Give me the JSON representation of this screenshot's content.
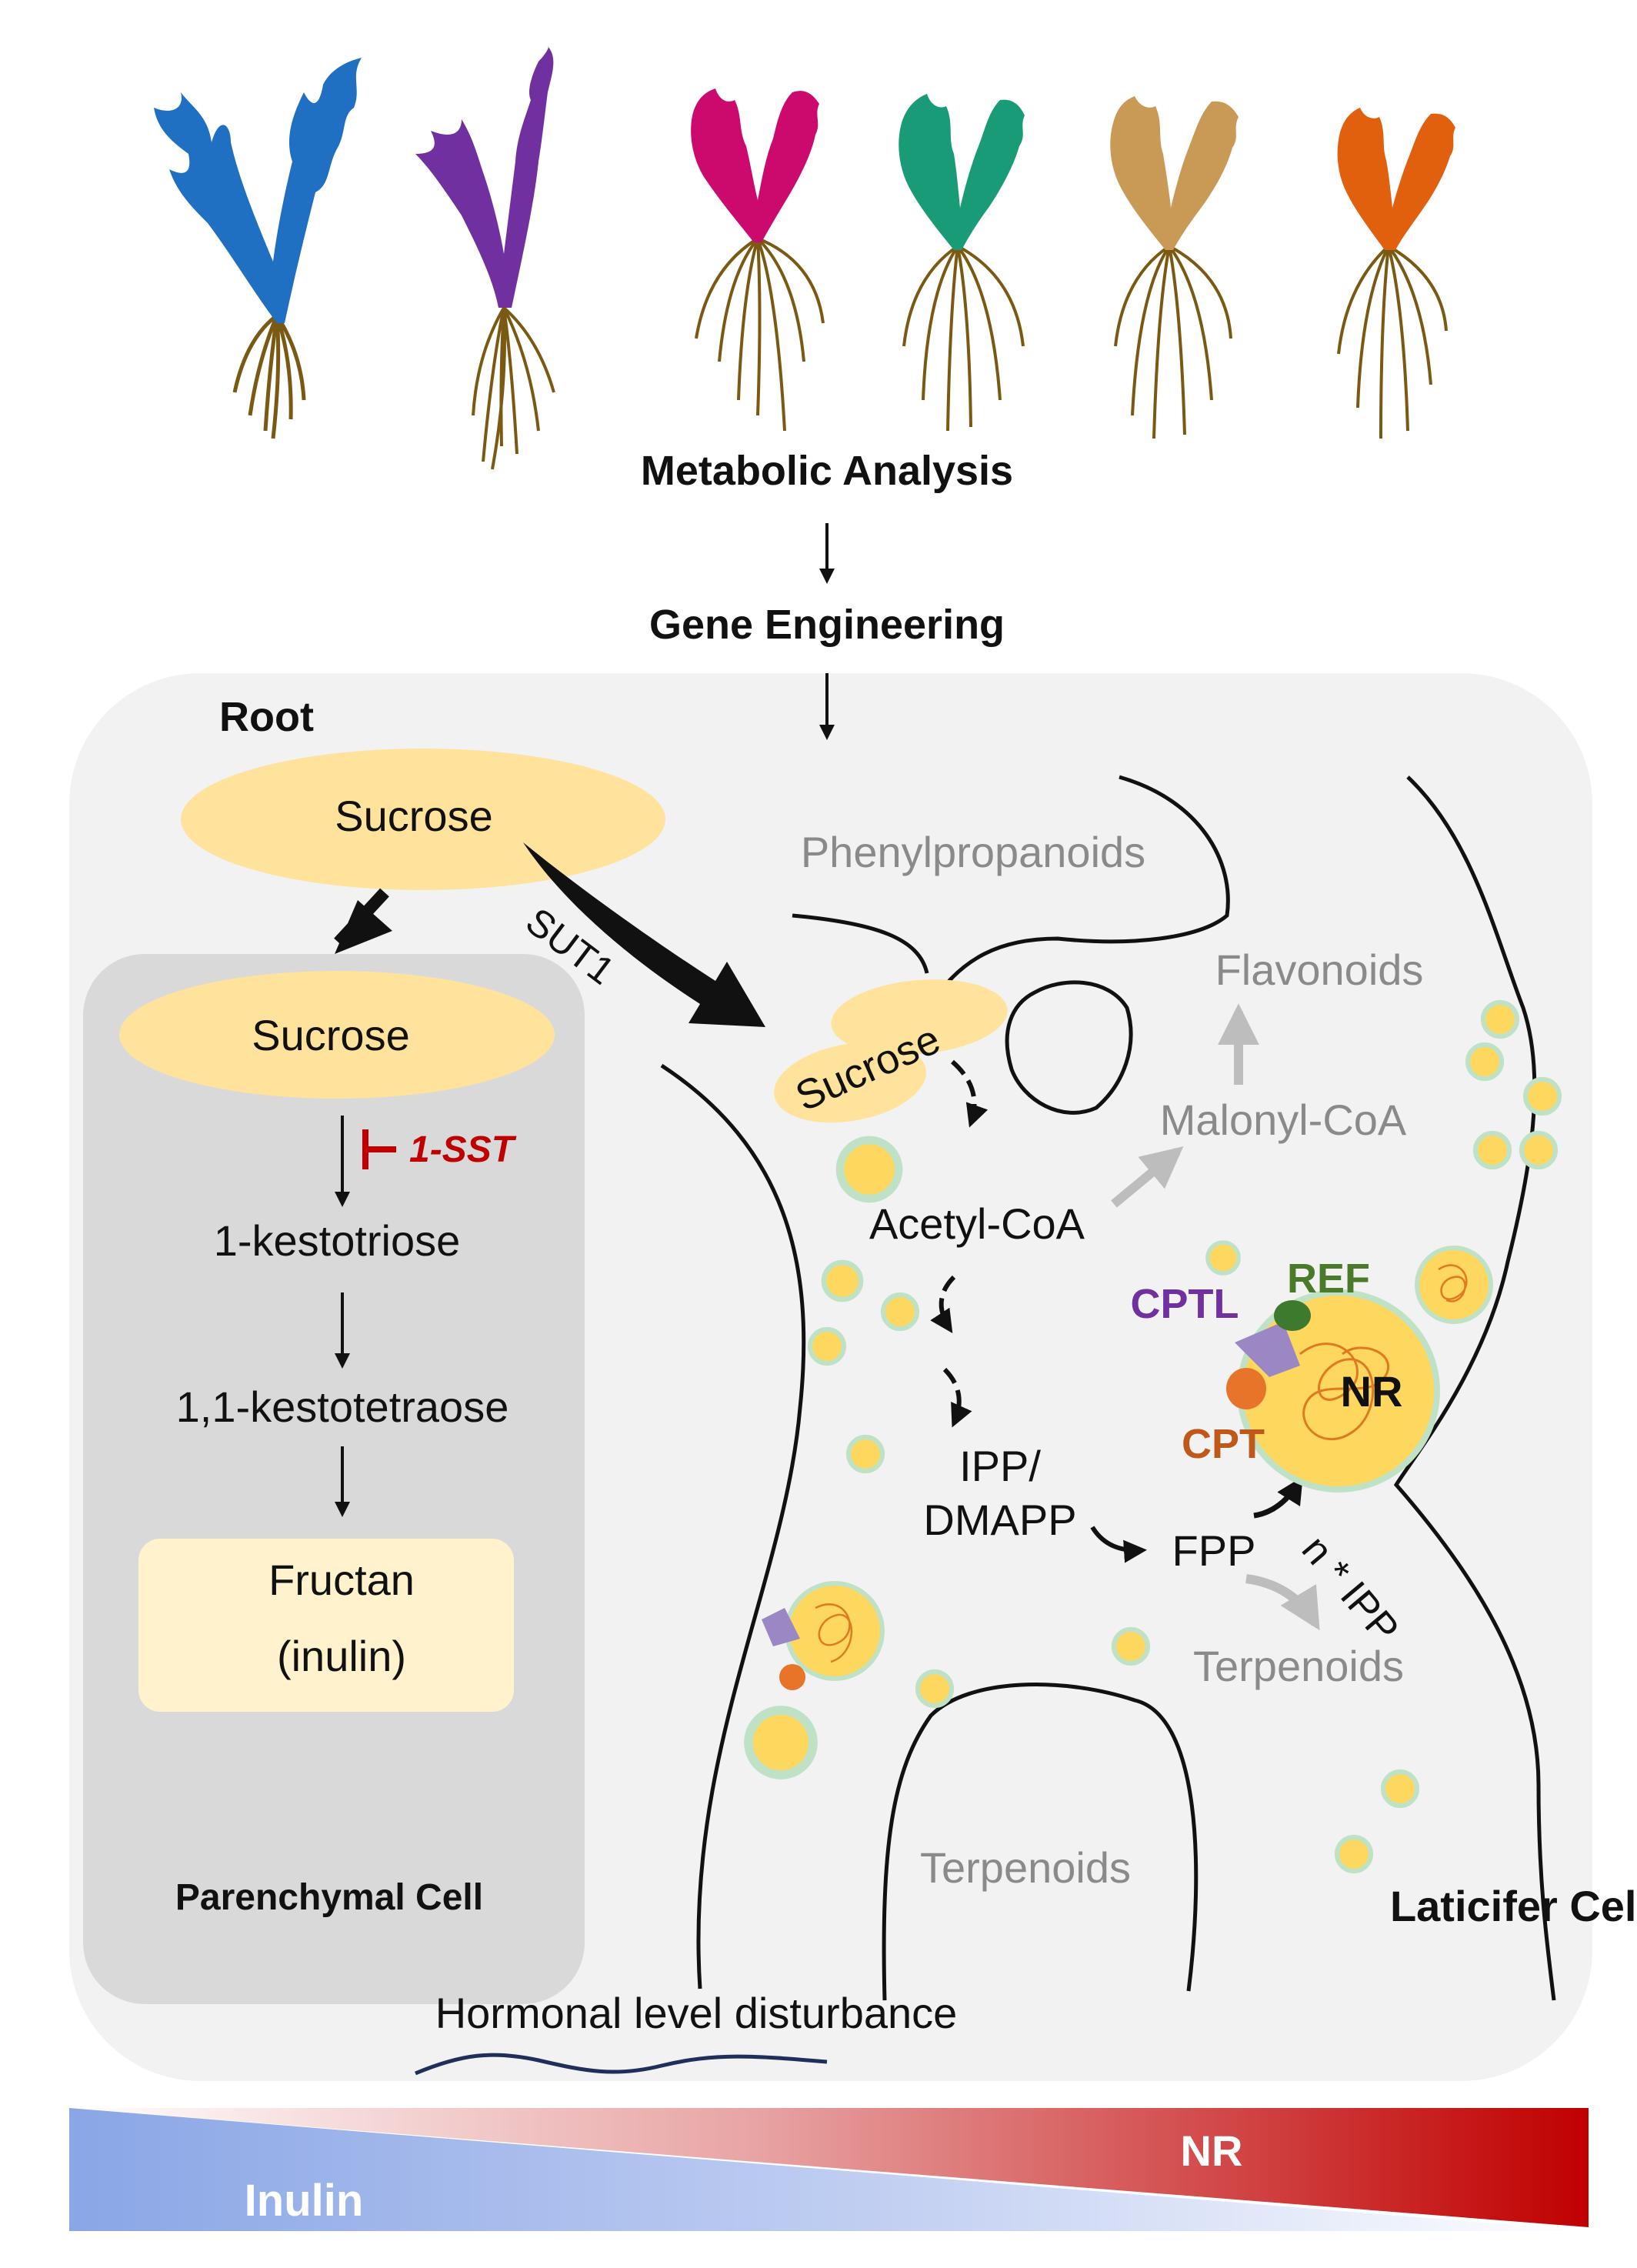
{
  "colors": {
    "plant_1": "#1f6fc2",
    "plant_2": "#7030a0",
    "plant_3": "#cc0a6e",
    "plant_4": "#1a9b78",
    "plant_5": "#c99a55",
    "plant_6": "#e0600e",
    "root_brown": "#7a5a12",
    "sucrose_fill": "#ffe29c",
    "vesicle_fill": "#fdd75e",
    "vesicle_ring": "#bfe2c6",
    "cptl": "#7030a0",
    "ref": "#4a7a2a",
    "cpt": "#c0581a",
    "sst": "#c00000",
    "grey_text": "#8a8a8a",
    "nr_bar": "#c00000",
    "inulin_bar": "#8aa6e6"
  },
  "workflow": {
    "step1": "Metabolic Analysis",
    "step2": "Gene Engineering"
  },
  "root": {
    "label": "Root",
    "sucrose_top": "Sucrose",
    "transporter": "SUT1",
    "hormone": "Hormonal level disturbance"
  },
  "parenchymal": {
    "label": "Parenchymal Cell",
    "sucrose": "Sucrose",
    "enzyme": "1-SST",
    "product1": "1-kestotriose",
    "product2": "1,1-kestotetraose",
    "fructan_line1": "Fructan",
    "fructan_line2": "(inulin)"
  },
  "laticifer": {
    "label": "Laticifer Cell",
    "sucrose": "Sucrose",
    "phenylpropanoids": "Phenylpropanoids",
    "flavonoids": "Flavonoids",
    "malonyl": "Malonyl-CoA",
    "acetyl": "Acetyl-CoA",
    "ipp_line1": "IPP/",
    "ipp_line2": "DMAPP",
    "fpp": "FPP",
    "n_ipp": "n * IPP",
    "terpenoids_right": "Terpenoids",
    "terpenoids_bottom": "Terpenoids",
    "cptl": "CPTL",
    "ref": "REF",
    "cpt": "CPT",
    "nr": "NR"
  },
  "gradient": {
    "nr_label": "NR",
    "inulin_label": "Inulin"
  }
}
